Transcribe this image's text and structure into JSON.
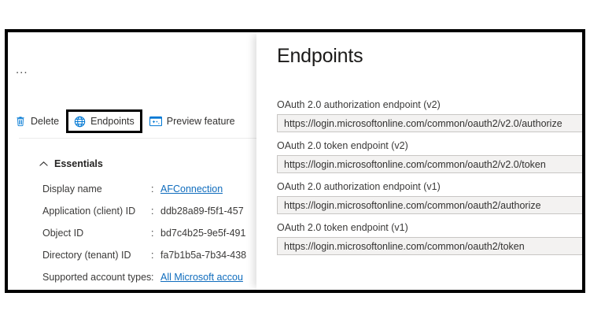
{
  "window": {
    "overflow_ellipsis": "..."
  },
  "toolbar": {
    "commands": [
      {
        "label": "Delete",
        "icon": "trash-icon",
        "highlighted": false
      },
      {
        "label": "Endpoints",
        "icon": "globe-icon",
        "highlighted": true
      },
      {
        "label": "Preview feature",
        "icon": "preview-features-icon",
        "highlighted": false
      }
    ]
  },
  "essentials": {
    "header": "Essentials",
    "chevron": "chevron-up-icon",
    "rows": [
      {
        "label": "Display name",
        "separator": ":",
        "value": "AFConnection",
        "is_link": true
      },
      {
        "label": "Application (client) ID",
        "separator": ":",
        "value": "ddb28a89-f5f1-457",
        "is_link": false
      },
      {
        "label": "Object ID",
        "separator": ":",
        "value": "bd7c4b25-9e5f-491",
        "is_link": false
      },
      {
        "label": "Directory (tenant) ID",
        "separator": ":",
        "value": "fa7b1b5a-7b34-438",
        "is_link": false
      },
      {
        "label": "Supported account types",
        "separator": ":",
        "value": "All Microsoft accou",
        "is_link": true
      }
    ]
  },
  "endpoints_blade": {
    "title": "Endpoints",
    "items": [
      {
        "label": "OAuth 2.0 authorization endpoint (v2)",
        "value": "https://login.microsoftonline.com/common/oauth2/v2.0/authorize"
      },
      {
        "label": "OAuth 2.0 token endpoint (v2)",
        "value": "https://login.microsoftonline.com/common/oauth2/v2.0/token"
      },
      {
        "label": "OAuth 2.0 authorization endpoint (v1)",
        "value": "https://login.microsoftonline.com/common/oauth2/authorize"
      },
      {
        "label": "OAuth 2.0 token endpoint (v1)",
        "value": "https://login.microsoftonline.com/common/oauth2/token"
      }
    ]
  },
  "colors": {
    "accent_blue": "#0f6cbd",
    "icon_blue": "#0078d4",
    "field_bg": "#f3f2f1",
    "field_border": "#c8c6c4",
    "frame_border": "#000000",
    "text_primary": "#323130",
    "text_secondary": "#3b3a39"
  }
}
